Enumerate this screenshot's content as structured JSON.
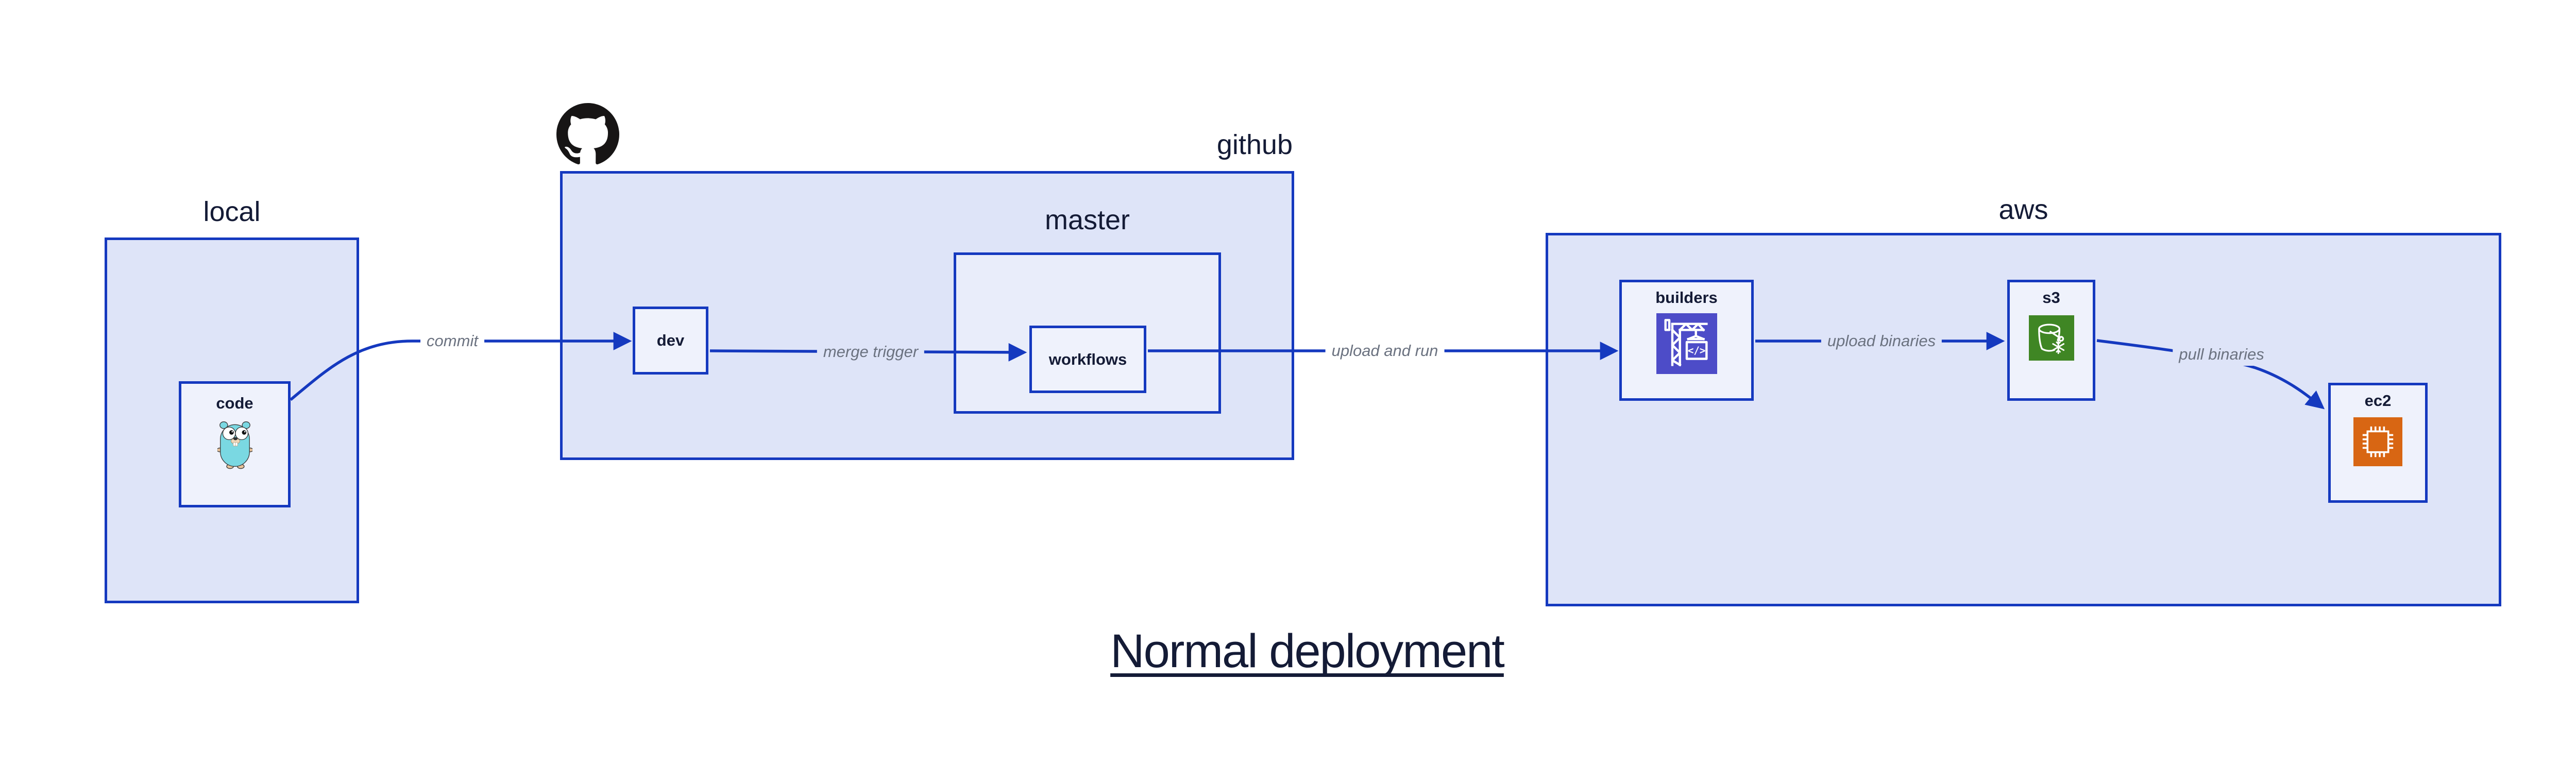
{
  "diagram": {
    "title": "Normal deployment"
  },
  "groups": {
    "local": {
      "label": "local"
    },
    "github": {
      "label": "github"
    },
    "master": {
      "label": "master"
    },
    "aws": {
      "label": "aws"
    }
  },
  "nodes": {
    "code": {
      "label": "code",
      "icon": "go-gopher-icon"
    },
    "dev": {
      "label": "dev"
    },
    "workflows": {
      "label": "workflows"
    },
    "builders": {
      "label": "builders",
      "icon": "aws-codebuild-crane-icon"
    },
    "s3": {
      "label": "s3",
      "icon": "aws-s3-bucket-icon"
    },
    "ec2": {
      "label": "ec2",
      "icon": "aws-ec2-chip-icon"
    }
  },
  "edges": {
    "commit": {
      "label": "commit",
      "from": "code",
      "to": "dev"
    },
    "merge_trigger": {
      "label": "merge trigger",
      "from": "dev",
      "to": "workflows"
    },
    "upload_and_run": {
      "label": "upload and run",
      "from": "workflows",
      "to": "builders"
    },
    "upload_binaries": {
      "label": "upload binaries",
      "from": "builders",
      "to": "s3"
    },
    "pull_binaries": {
      "label": "pull binaries",
      "from": "s3",
      "to": "ec2"
    }
  },
  "icons": {
    "github_logo": "github-octocat-icon"
  },
  "colors": {
    "stroke_blue": "#1539bf",
    "outer_fill": "#dee4f8",
    "master_fill": "#e9edfa",
    "leaf_fill": "#eff2fc",
    "navy_text": "#141b36",
    "edge_label_gray": "#6b7280",
    "github_black": "#171515",
    "builders_icon_bg": "#4d4cc8",
    "s3_icon_bg": "#3f8624",
    "ec2_icon_bg": "#d86613",
    "gopher_teal": "#7ad8e2",
    "canvas_bg": "#ffffff"
  }
}
